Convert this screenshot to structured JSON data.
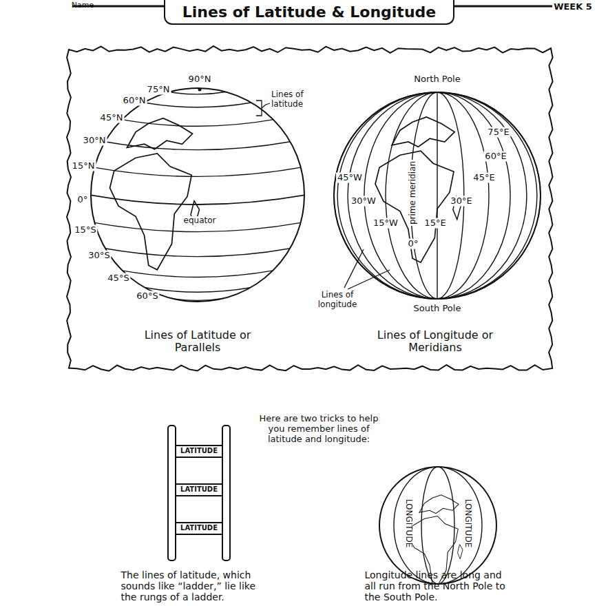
{
  "diagram": {
    "title": "Lines of Latitude & Longitude",
    "labels": [
      "Name",
      "WEEK 5",
      "90°N",
      "75°N",
      "60°N",
      "45°N",
      "30°N",
      "15°N",
      "0°",
      "15°S",
      "30°S",
      "45°S",
      "60°S",
      "Lines of latitude",
      "equator",
      "North Pole",
      "75°E",
      "60°E",
      "45°E",
      "45°W",
      "30°W",
      "15°W",
      "30°E",
      "15°E",
      "prime meridian",
      "0°",
      "South Pole",
      "Lines of longitude",
      "Lines of Latitude or Parallels",
      "Lines of Longitude or Meridians",
      "Here are two tricks to help you remember lines of latitude and longitude:",
      "LATITUDE",
      "LATITUDE",
      "LATITUDE",
      "LONGITUDE",
      "LONGITUDE",
      "The lines of latitude, which sounds like “ladder,” lie like the rungs of a ladder.",
      "Longitude lines are long and all run from the North Pole to the South Pole."
    ]
  }
}
